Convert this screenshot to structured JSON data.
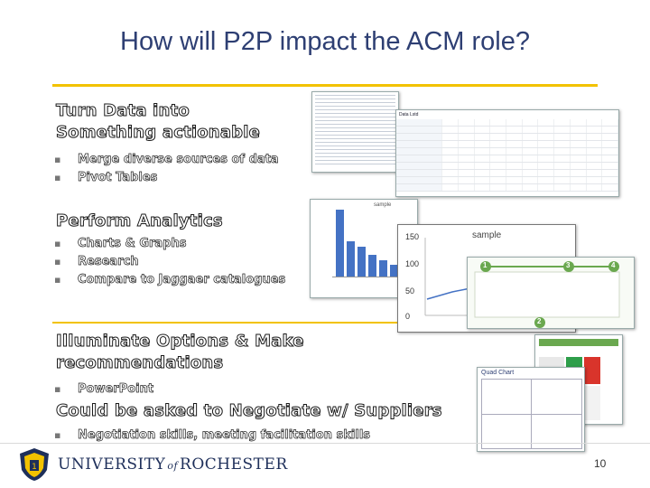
{
  "slide": {
    "title": "How will P2P impact the ACM role?",
    "page_number": "10"
  },
  "sections": {
    "s1": {
      "heading_line1": "Turn Data into",
      "heading_line2": "Something actionable",
      "bullets": [
        "Merge diverse sources of data",
        "Pivot Tables"
      ]
    },
    "s2": {
      "heading": "Perform Analytics",
      "bullets": [
        "Charts & Graphs",
        "Research",
        "Compare to Jaggaer catalogues"
      ]
    },
    "s3": {
      "heading_line1": "Illuminate Options & Make",
      "heading_line2": "recommendations",
      "bullets": [
        "PowerPoint"
      ]
    },
    "s4": {
      "heading": "Could be asked to Negotiate w/ Suppliers",
      "bullets": [
        "Negotiation skills, meeting facilitation skills"
      ]
    }
  },
  "thumbnails": {
    "sample_label": "sample",
    "chart_ticks": [
      "150",
      "100",
      "50",
      "0"
    ],
    "pivot_header": "Data Lstd",
    "quad_chart_title": "Quad Chart",
    "steps": [
      "1",
      "2",
      "3",
      "4"
    ]
  },
  "footer": {
    "university_left": "UNIVERSITY",
    "of": "of",
    "university_right": "ROCHESTER"
  },
  "colors": {
    "title": "#2e3f73",
    "rule": "#f2c200",
    "bar_blue": "#4472c4",
    "step_green": "#6aa84f",
    "logo_navy": "#1e2f5a",
    "logo_gold": "#f2c200"
  }
}
